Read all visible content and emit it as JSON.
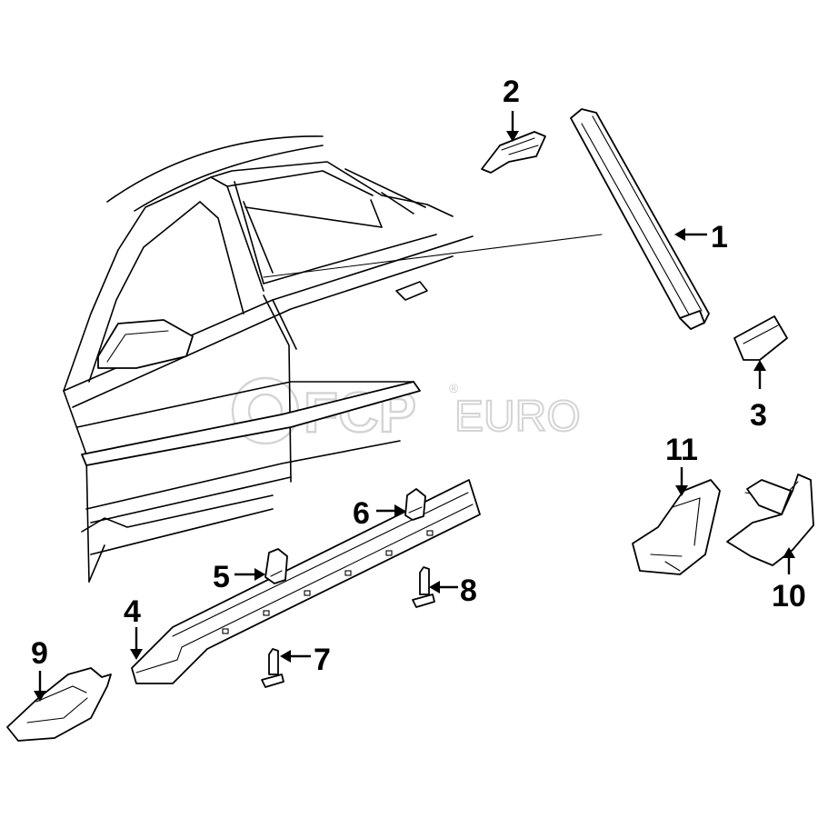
{
  "diagram": {
    "callouts": [
      "1",
      "2",
      "3",
      "4",
      "5",
      "6",
      "7",
      "8",
      "9",
      "10",
      "11"
    ]
  },
  "watermark": {
    "brand": "FCP",
    "suffix": "EURO",
    "registered": "®"
  }
}
